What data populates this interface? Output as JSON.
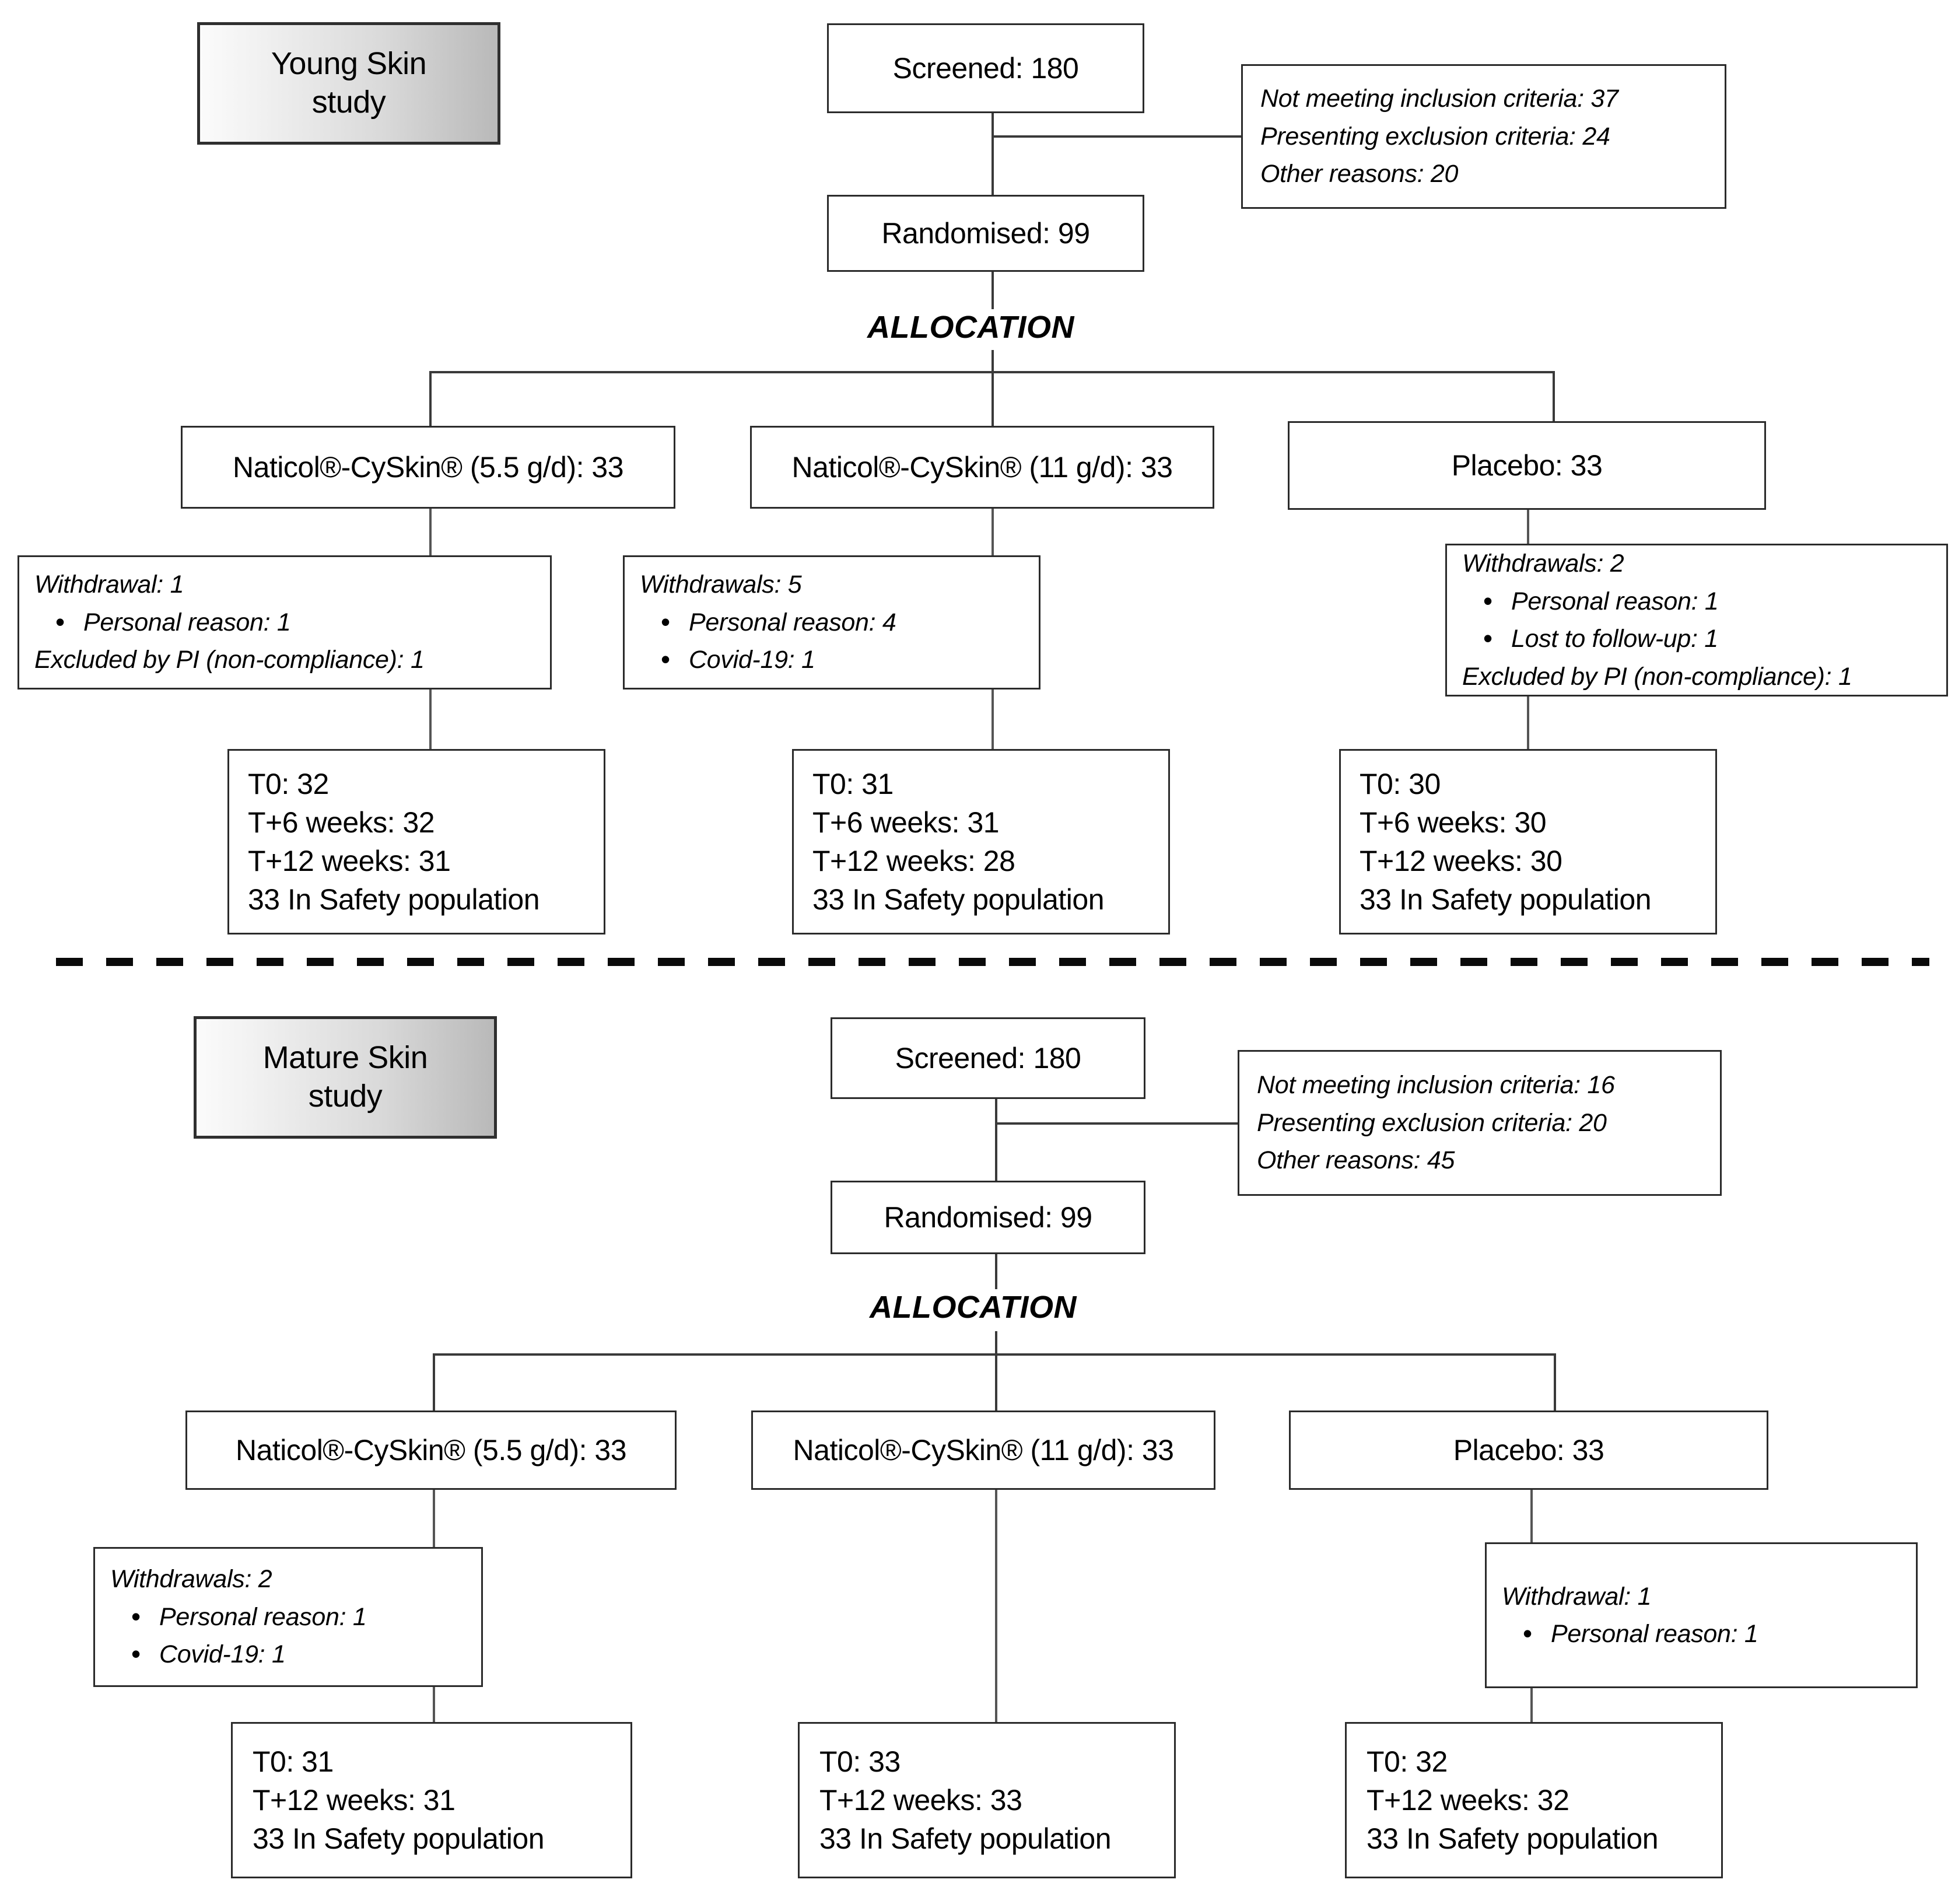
{
  "figure": {
    "type": "consort-flow-diagram",
    "allocation_caption": "ALLOCATION"
  },
  "young": {
    "study_label_line1": "Young Skin",
    "study_label_line2": "study",
    "screened": "Screened: 180",
    "randomised": "Randomised: 99",
    "allocation": "ALLOCATION",
    "exclusions": [
      "Not meeting inclusion criteria: 37",
      "Presenting exclusion criteria: 24",
      "Other reasons:  20"
    ],
    "arms": [
      {
        "title": "Naticol®-CySkin® (5.5 g/d): 33",
        "withdrawal_heading": "Withdrawal: 1",
        "withdrawal_bullets": [
          "Personal reason: 1"
        ],
        "withdrawal_footer": "Excluded by PI (non-compliance): 1",
        "outcome": [
          "T0:  32",
          "T+6 weeks: 32",
          "T+12 weeks: 31",
          "33 In Safety population"
        ]
      },
      {
        "title": "Naticol®-CySkin® (11 g/d): 33",
        "withdrawal_heading": "Withdrawals: 5",
        "withdrawal_bullets": [
          "Personal reason: 4",
          "Covid-19: 1"
        ],
        "withdrawal_footer": "",
        "outcome": [
          "T0:  31",
          "T+6 weeks: 31",
          "T+12 weeks: 28",
          "33 In Safety population"
        ]
      },
      {
        "title": "Placebo:  33",
        "withdrawal_heading": "Withdrawals: 2",
        "withdrawal_bullets": [
          "Personal reason: 1",
          "Lost to follow-up: 1"
        ],
        "withdrawal_footer": "Excluded by PI (non-compliance): 1",
        "outcome": [
          "T0:  30",
          "T+6 weeks: 30",
          "T+12 weeks: 30",
          "33 In Safety population"
        ]
      }
    ]
  },
  "mature": {
    "study_label_line1": "Mature Skin",
    "study_label_line2": "study",
    "screened": "Screened: 180",
    "randomised": "Randomised: 99",
    "allocation": "ALLOCATION",
    "exclusions": [
      "Not meeting inclusion criteria: 16",
      "Presenting exclusion criteria: 20",
      "Other reasons: 45"
    ],
    "arms": [
      {
        "title": "Naticol®-CySkin® (5.5 g/d): 33",
        "withdrawal_heading": "Withdrawals: 2",
        "withdrawal_bullets": [
          "Personal reason: 1",
          "Covid-19: 1"
        ],
        "withdrawal_footer": "",
        "outcome": [
          "T0:  31",
          "T+12 weeks: 31",
          "33 In Safety population"
        ]
      },
      {
        "title": "Naticol®-CySkin® (11 g/d): 33",
        "withdrawal_heading": "",
        "withdrawal_bullets": [],
        "withdrawal_footer": "",
        "outcome": [
          "T0:  33",
          "T+12 weeks: 33",
          "33 In Safety population"
        ]
      },
      {
        "title": "Placebo:  33",
        "withdrawal_heading": "Withdrawal: 1",
        "withdrawal_bullets": [
          "Personal reason: 1"
        ],
        "withdrawal_footer": "",
        "outcome": [
          "T0:  32",
          "T+12 weeks: 32",
          "33 In Safety population"
        ]
      }
    ]
  }
}
